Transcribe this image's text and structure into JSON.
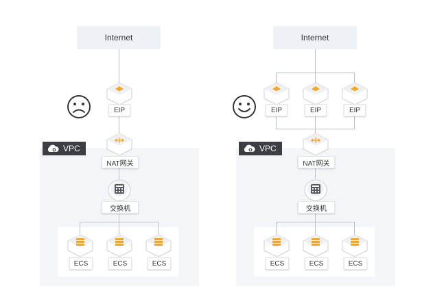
{
  "left": {
    "internet_label": "Internet",
    "eip_label": "EIP",
    "vpc_label": "VPC",
    "nat_label": "NAT网关",
    "switch_label": "交换机",
    "ecs_labels": [
      "ECS",
      "ECS",
      "ECS"
    ],
    "face_icon": "sad-face-icon"
  },
  "right": {
    "internet_label": "Internet",
    "eip_labels": [
      "EIP",
      "EIP",
      "EIP"
    ],
    "vpc_label": "VPC",
    "nat_label": "NAT网关",
    "switch_label": "交换机",
    "ecs_labels": [
      "ECS",
      "ECS",
      "ECS"
    ],
    "face_icon": "happy-face-icon"
  },
  "colors": {
    "accent": "#f5a623",
    "panel": "#f3f5f8",
    "internet_box": "#eef2f6",
    "vpc_tag": "#3b3f44",
    "line": "#b9c0c8"
  }
}
